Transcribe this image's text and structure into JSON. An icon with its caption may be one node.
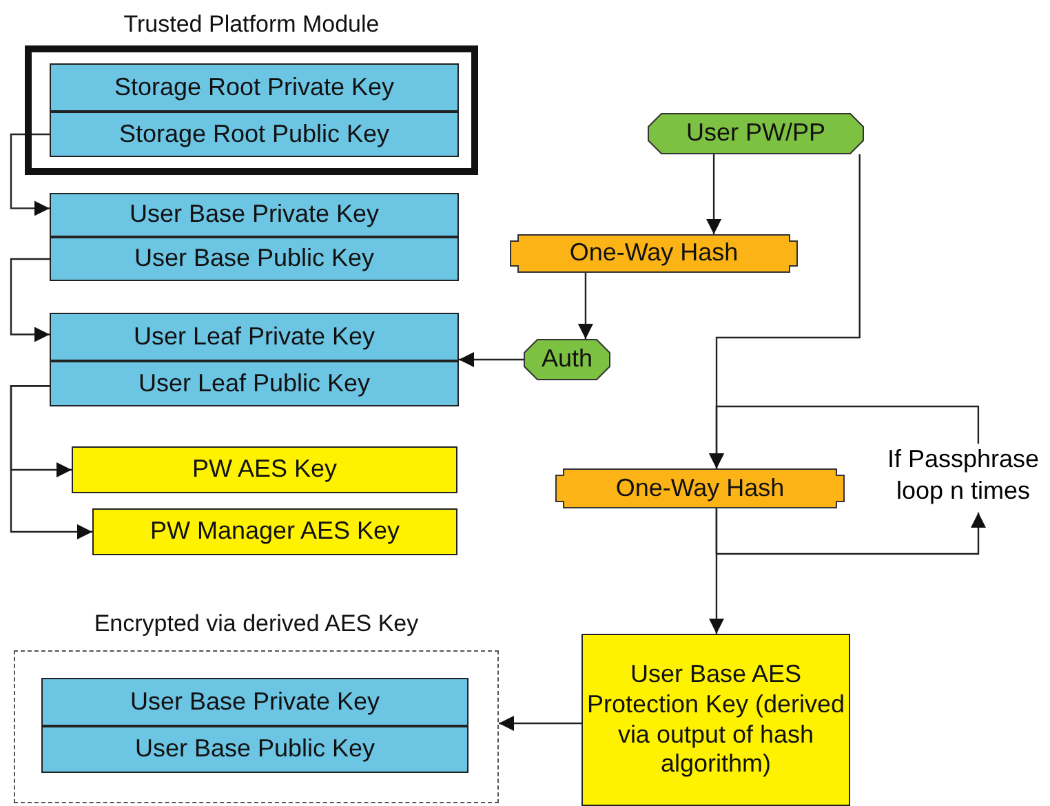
{
  "diagram": {
    "nodes": [
      {
        "text": [
          "Trusted Platform Module"
        ]
      },
      {
        "text": [
          "Storage Root Private Key"
        ],
        "in": 0
      },
      {
        "text": [
          "Storage Root Public Key"
        ],
        "in": 0
      },
      {
        "text": [
          "User Base Private Key"
        ]
      },
      {
        "text": [
          "User Base Public Key"
        ]
      },
      {
        "text": [
          "User Leaf Private Key"
        ]
      },
      {
        "text": [
          "User Leaf Public Key"
        ]
      },
      {
        "text": [
          "PW AES Key"
        ]
      },
      {
        "text": [
          "PW Manager AES Key"
        ]
      },
      {
        "text": [
          "Encrypted via derived AES Key"
        ]
      },
      {
        "text": [
          "User Base Private Key"
        ],
        "in": 9
      },
      {
        "text": [
          "User Base Public Key"
        ],
        "in": 9
      },
      {
        "text": [
          "User PW/PP"
        ]
      },
      {
        "text": [
          "One-Way Hash"
        ]
      },
      {
        "text": [
          "Auth"
        ]
      },
      {
        "text": [
          "One-Way Hash"
        ]
      },
      {
        "text": [
          "User Base AES Protection Key (derived via output of hash algorithm)"
        ]
      },
      {
        "text": [
          "If Passphrase loop n times"
        ]
      }
    ],
    "edges": [
      {
        "from": 2,
        "to": 3,
        "arrow": "to"
      },
      {
        "from": 4,
        "to": 5,
        "arrow": "to"
      },
      {
        "from": 6,
        "to": 7,
        "arrow": "to"
      },
      {
        "from": 6,
        "to": 8,
        "arrow": "to"
      },
      {
        "from": 12,
        "to": 13,
        "arrow": "to"
      },
      {
        "from": 13,
        "to": 14,
        "arrow": "to"
      },
      {
        "from": 14,
        "to": 6,
        "arrow": "to"
      },
      {
        "from": 12,
        "to": 15,
        "arrow": "to"
      },
      {
        "from": 15,
        "to": 17,
        "arrow": "to"
      },
      {
        "from": 17,
        "to": 15,
        "arrow": "to"
      },
      {
        "from": 15,
        "to": 16,
        "arrow": "to"
      },
      {
        "from": 16,
        "to": 9,
        "arrow": "to"
      }
    ]
  }
}
